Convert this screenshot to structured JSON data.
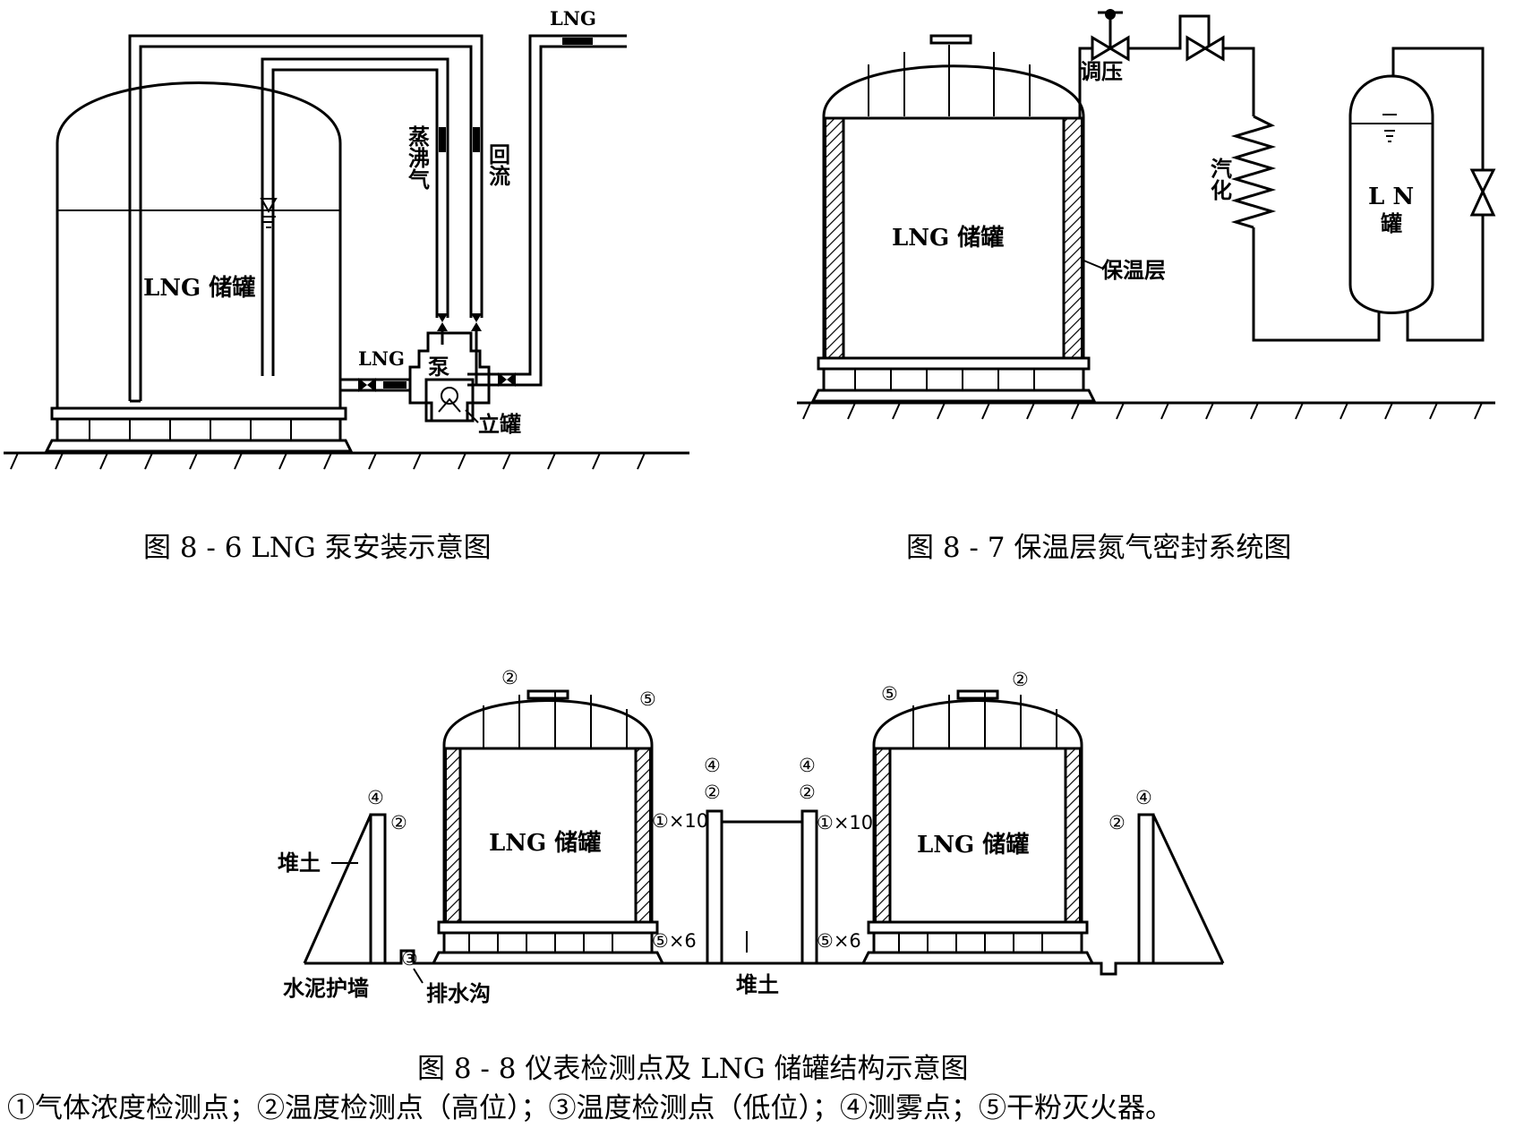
{
  "fig1": {
    "tank_label": "LNG 储罐",
    "lng_top": "LNG",
    "lng_pipe": "LNG",
    "boiloff": "蒸沸气",
    "reflux": "回流",
    "pump": "泵",
    "vertical_tank": "立罐",
    "caption": "图 8 - 6   LNG 泵安装示意图"
  },
  "fig2": {
    "tank_label": "LNG 储罐",
    "regulator": "调压",
    "insulation": "保温层",
    "vaporize": "汽化",
    "ln_tank": "L N\n罐",
    "ln_line1": "L N",
    "ln_line2": "罐",
    "caption": "图 8 - 7   保温层氮气密封系统图"
  },
  "fig3": {
    "tank_label_left": "LNG 储罐",
    "tank_label_right": "LNG 储罐",
    "soil_left": "堆土",
    "soil_mid": "堆土",
    "cement_wall": "水泥护墙",
    "drain": "排水沟",
    "m1x10": "①×10",
    "m5x6": "⑤×6",
    "m1": "①",
    "m2": "②",
    "m3": "③",
    "m4": "④",
    "m5": "⑤",
    "caption": "图 8 - 8   仪表检测点及 LNG 储罐结构示意图",
    "legend": "①气体浓度检测点；②温度检测点（高位）；③温度检测点（低位）；④测雾点；⑤干粉灭火器。"
  }
}
